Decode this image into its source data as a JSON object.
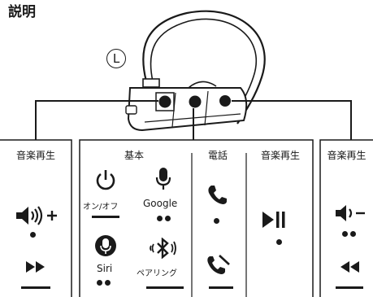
{
  "title": "説明",
  "button_letter": "L",
  "sections": {
    "left_header": "音楽再生",
    "basic_header": "基本",
    "phone_header": "電話",
    "middle_header": "音楽再生",
    "right_header": "音楽再生"
  },
  "labels": {
    "power": "オン/オフ",
    "google": "Google",
    "siri": "Siri",
    "pairing": "ペアリング"
  },
  "icons": {
    "volume_up": "volume-up-icon",
    "next": "next-track-icon",
    "power": "power-icon",
    "mic": "microphone-icon",
    "siri": "siri-mic-icon",
    "pairing": "bluetooth-pairing-icon",
    "call": "phone-call-icon",
    "hangup": "phone-hangup-icon",
    "play_pause": "play-pause-icon",
    "volume_down": "volume-down-icon",
    "prev": "previous-track-icon"
  }
}
